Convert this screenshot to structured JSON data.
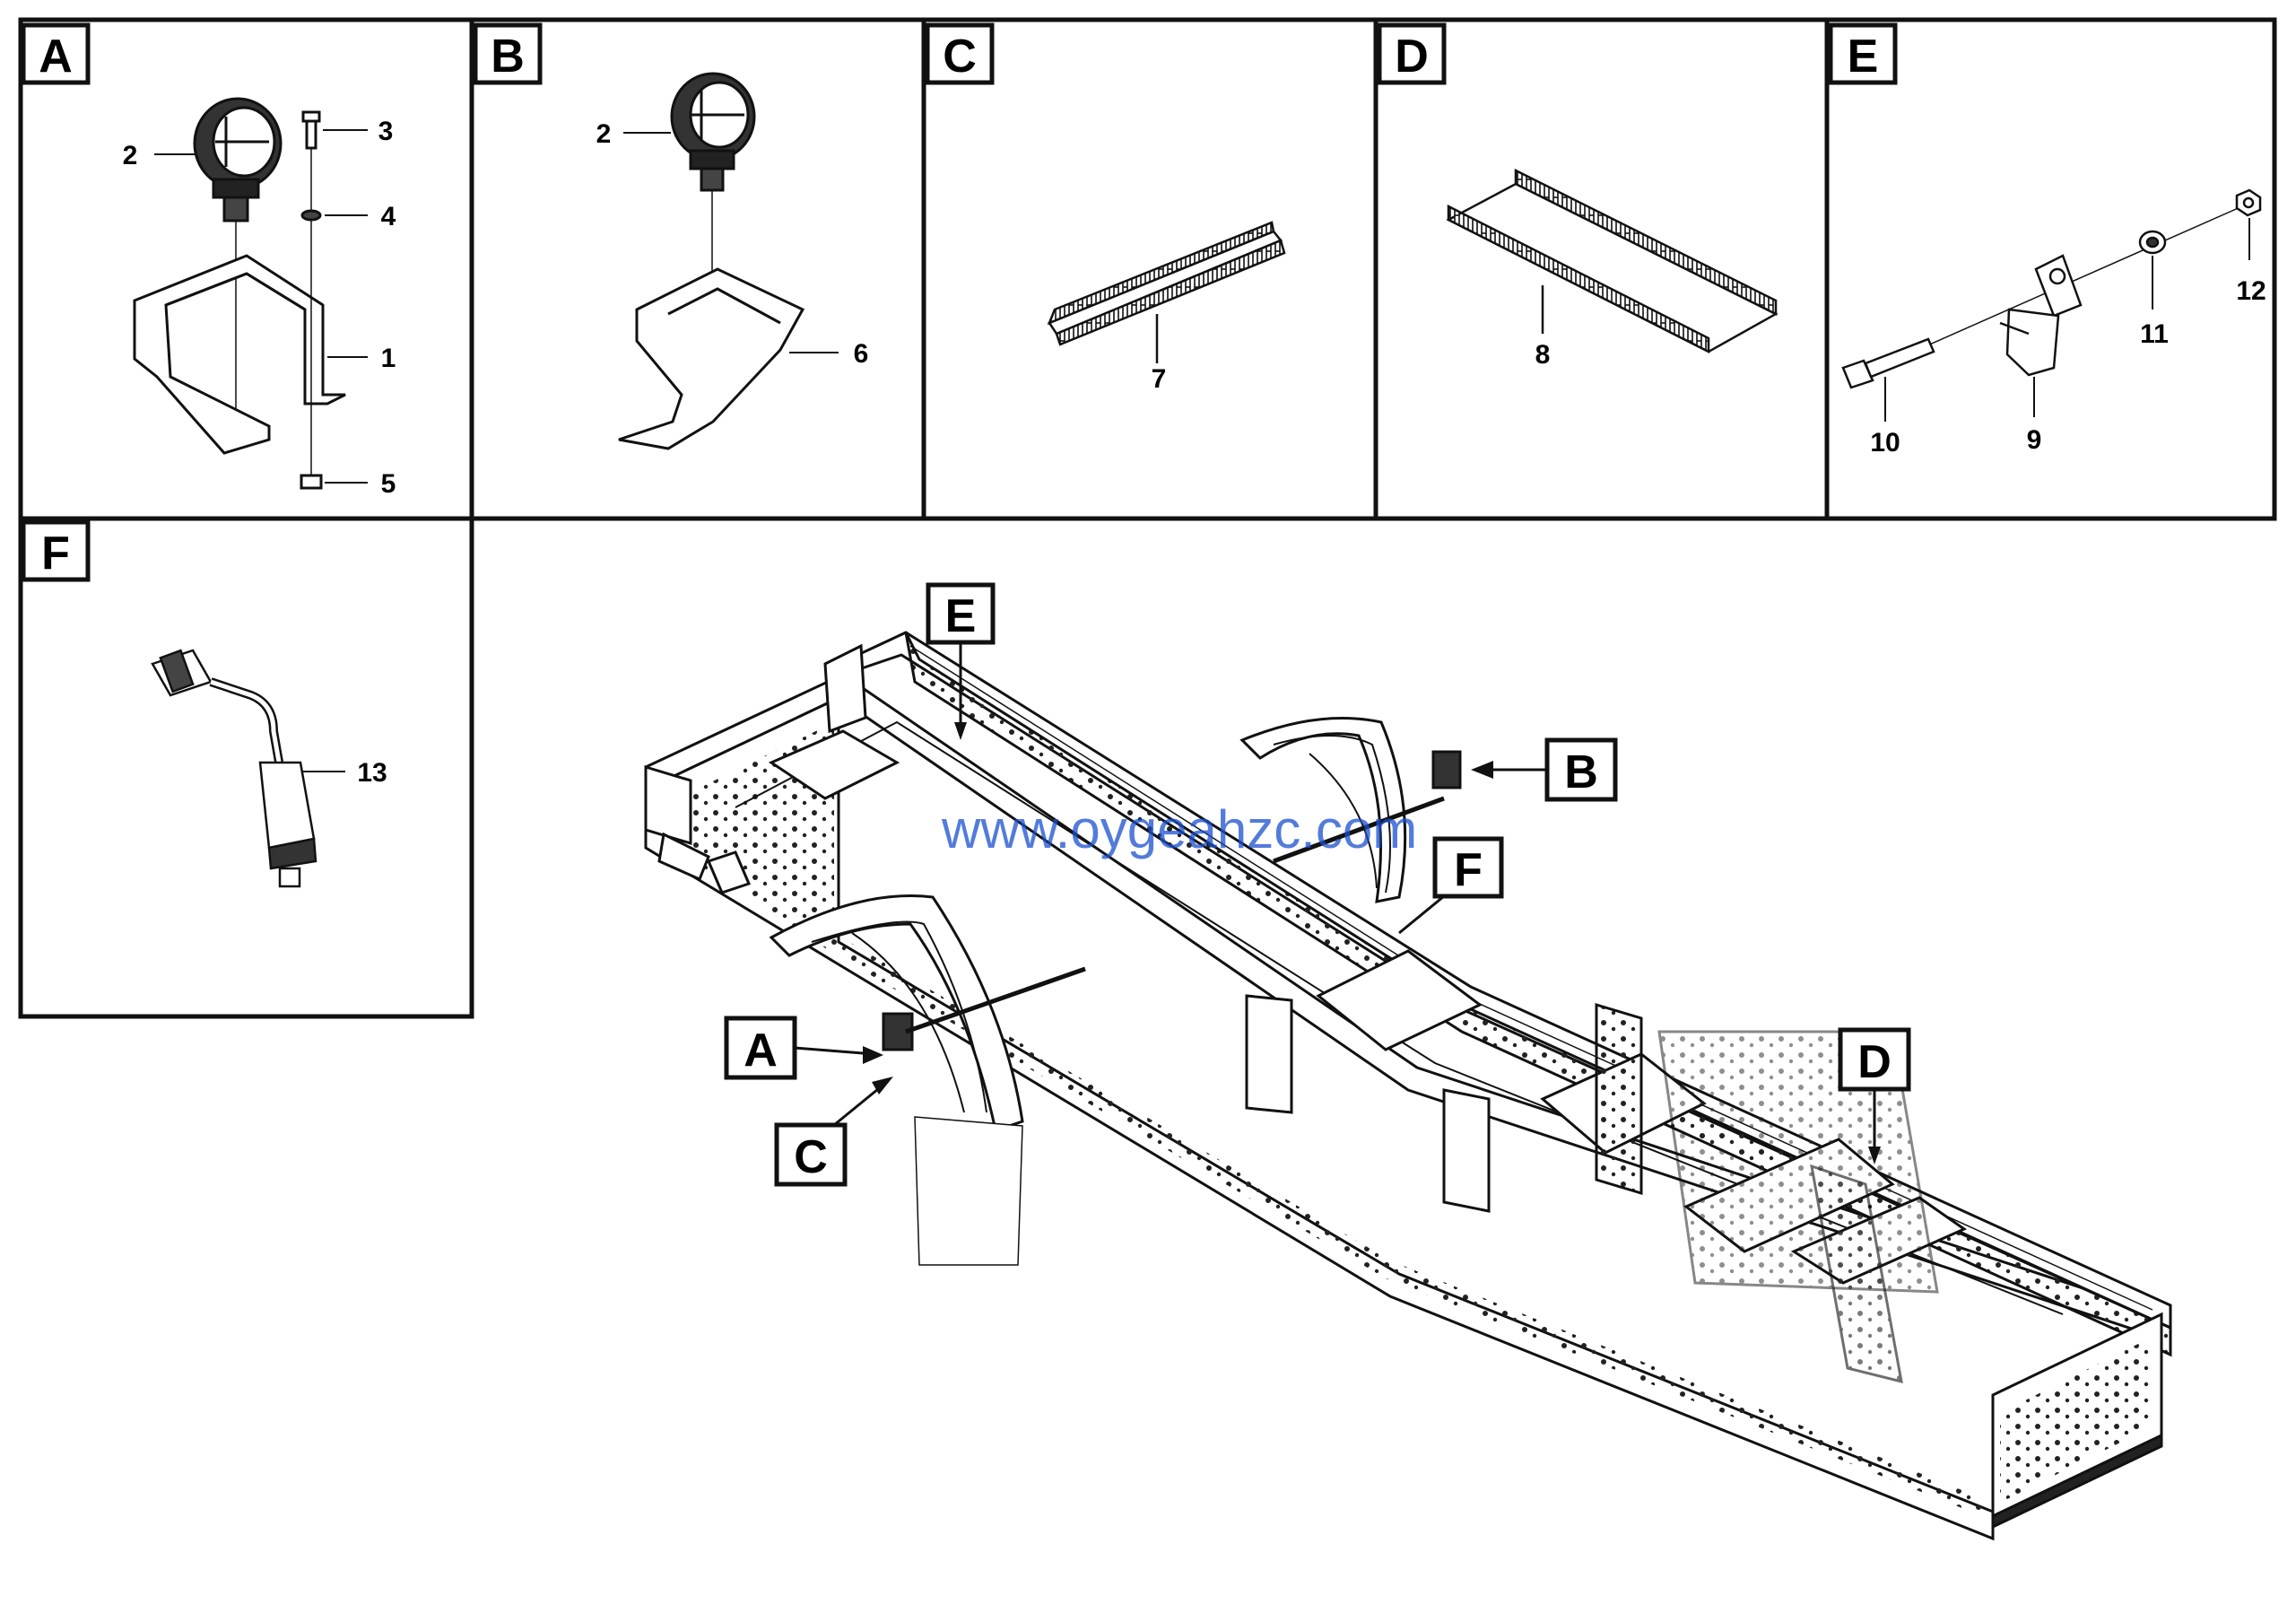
{
  "panels": [
    {
      "letter": "A",
      "items": [
        "1",
        "2",
        "3",
        "4",
        "5"
      ]
    },
    {
      "letter": "B",
      "items": [
        "2",
        "6"
      ]
    },
    {
      "letter": "C",
      "items": [
        "7"
      ]
    },
    {
      "letter": "D",
      "items": [
        "8"
      ]
    },
    {
      "letter": "E",
      "items": [
        "9",
        "10",
        "11",
        "12"
      ]
    },
    {
      "letter": "F",
      "items": [
        "13"
      ]
    }
  ],
  "callouts": [
    "A",
    "B",
    "C",
    "D",
    "E",
    "F"
  ],
  "watermark": "www.oygeahzc.com"
}
